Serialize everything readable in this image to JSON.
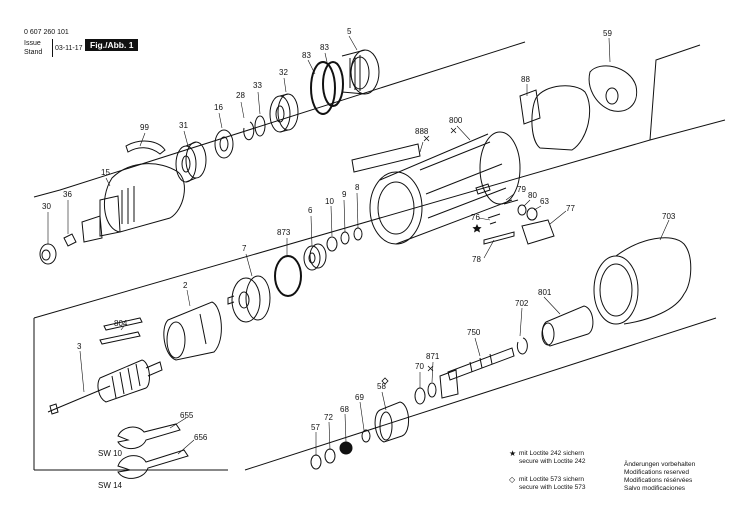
{
  "header": {
    "doc_number": "0 607 260 101",
    "issue_label": "Issue",
    "stand_label": "Stand",
    "date": "03-11-17",
    "figure_label": "Fig./Abb. 1"
  },
  "parts": [
    {
      "id": "p5",
      "label": "5"
    },
    {
      "id": "p59",
      "label": "59"
    },
    {
      "id": "p83a",
      "label": "83"
    },
    {
      "id": "p83b",
      "label": "83"
    },
    {
      "id": "p32",
      "label": "32"
    },
    {
      "id": "p33",
      "label": "33"
    },
    {
      "id": "p28",
      "label": "28"
    },
    {
      "id": "p16",
      "label": "16"
    },
    {
      "id": "p88",
      "label": "88"
    },
    {
      "id": "p99",
      "label": "99"
    },
    {
      "id": "p31",
      "label": "31"
    },
    {
      "id": "p800",
      "label": "800"
    },
    {
      "id": "p888",
      "label": "888"
    },
    {
      "id": "p15",
      "label": "15"
    },
    {
      "id": "p36",
      "label": "36"
    },
    {
      "id": "p30",
      "label": "30"
    },
    {
      "id": "p8",
      "label": "8"
    },
    {
      "id": "p9",
      "label": "9"
    },
    {
      "id": "p10",
      "label": "10"
    },
    {
      "id": "p6",
      "label": "6"
    },
    {
      "id": "p873",
      "label": "873"
    },
    {
      "id": "p79",
      "label": "79"
    },
    {
      "id": "p80",
      "label": "80"
    },
    {
      "id": "p63",
      "label": "63"
    },
    {
      "id": "p77",
      "label": "77"
    },
    {
      "id": "p76",
      "label": "76"
    },
    {
      "id": "p78",
      "label": "78"
    },
    {
      "id": "p703",
      "label": "703"
    },
    {
      "id": "p7",
      "label": "7"
    },
    {
      "id": "p2",
      "label": "2"
    },
    {
      "id": "p801",
      "label": "801"
    },
    {
      "id": "p702",
      "label": "702"
    },
    {
      "id": "p804",
      "label": "804"
    },
    {
      "id": "p750",
      "label": "750"
    },
    {
      "id": "p3",
      "label": "3"
    },
    {
      "id": "p871",
      "label": "871"
    },
    {
      "id": "p70",
      "label": "70"
    },
    {
      "id": "p58",
      "label": "58"
    },
    {
      "id": "p69",
      "label": "69"
    },
    {
      "id": "p68",
      "label": "68"
    },
    {
      "id": "p72",
      "label": "72"
    },
    {
      "id": "p57",
      "label": "57"
    },
    {
      "id": "p655",
      "label": "655"
    },
    {
      "id": "p656",
      "label": "656"
    },
    {
      "id": "sw10",
      "label": "SW 10"
    },
    {
      "id": "sw14",
      "label": "SW 14"
    }
  ],
  "notes": {
    "loctite242_de": "mit Loctite 242 sichern",
    "loctite242_en": "secure with Loctite 242",
    "loctite573_de": "mit Loctite 573 sichern",
    "loctite573_en": "secure with Loctite 573",
    "mod_de": "Änderungen vorbehalten",
    "mod_en": "Modifications reserved",
    "mod_fr": "Modifications résérvées",
    "mod_es": "Salvo modificaciones"
  }
}
